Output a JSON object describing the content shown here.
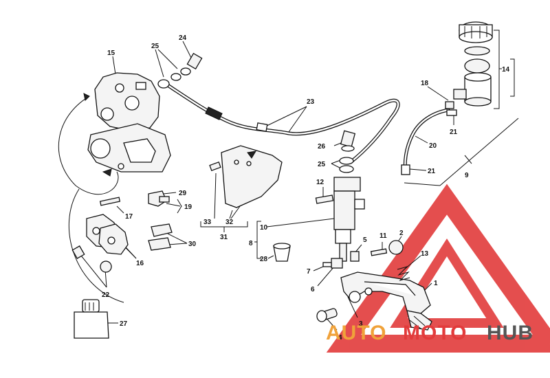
{
  "diagram": {
    "part_labels": [
      "1",
      "2",
      "3",
      "4",
      "5",
      "6",
      "7",
      "8",
      "9",
      "10",
      "11",
      "12",
      "13",
      "14",
      "15",
      "16",
      "17",
      "18",
      "19",
      "20",
      "21",
      "21",
      "22",
      "23",
      "24",
      "25",
      "25",
      "26",
      "27",
      "28",
      "29",
      "30",
      "31",
      "32",
      "33"
    ]
  },
  "watermark": {
    "text_a": "AUTO",
    "text_b": "MOTO",
    "text_c": "HUB",
    "colors": {
      "red": "#e23b3b",
      "orange": "#f0a23a",
      "grey": "#555555"
    }
  }
}
